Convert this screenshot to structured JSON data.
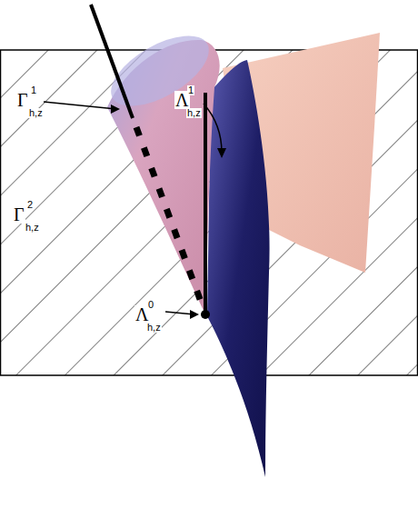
{
  "diagram": {
    "labels": [
      "Γ",
      "1",
      "h,z",
      "Γ",
      "2",
      "h,z",
      "Λ",
      "1",
      "h,z",
      "Λ",
      "0",
      "h,z"
    ]
  }
}
